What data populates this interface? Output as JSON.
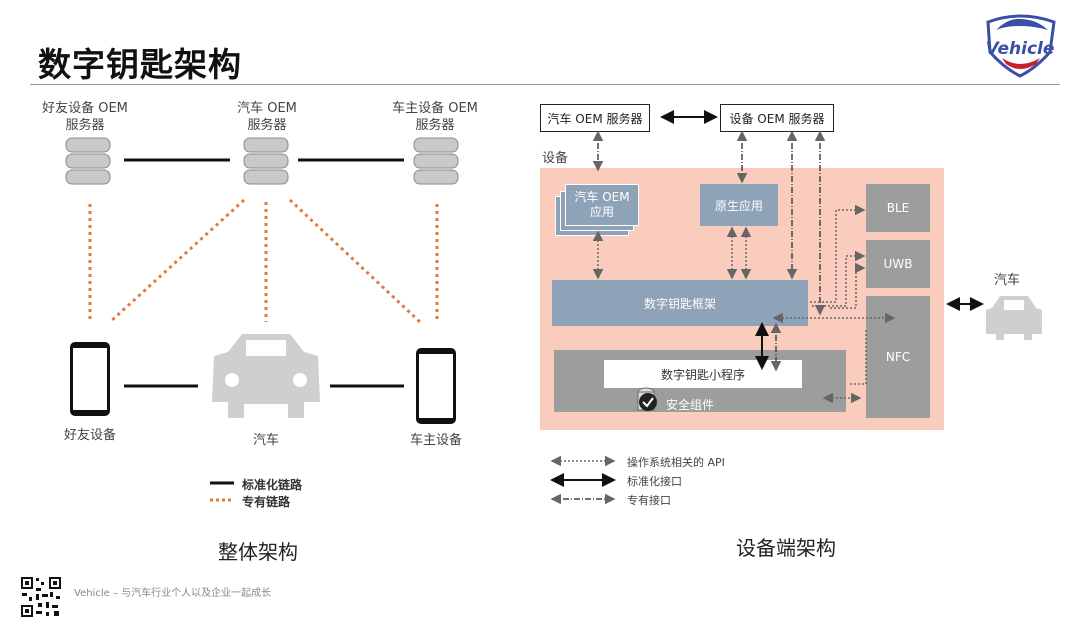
{
  "header": {
    "title": "数字钥匙架构",
    "logo_text": "Vehicle"
  },
  "left": {
    "friend_server": [
      "好友设备 OEM",
      "服务器"
    ],
    "car_server": [
      "汽车 OEM",
      "服务器"
    ],
    "owner_server": [
      "车主设备 OEM",
      "服务器"
    ],
    "friend_device": "好友设备",
    "car": "汽车",
    "owner_device": "车主设备",
    "legend_standard": "标准化链路",
    "legend_private": "专有链路",
    "caption": "整体架构"
  },
  "right": {
    "car_oem_server": "汽车 OEM 服务器",
    "device_oem_server": "设备 OEM 服务器",
    "device_label": "设备",
    "car_oem_app": [
      "汽车 OEM",
      "应用"
    ],
    "native_app": "原生应用",
    "ble": "BLE",
    "uwb": "UWB",
    "nfc": "NFC",
    "framework": "数字钥匙框架",
    "applet": "数字钥匙小程序",
    "secure_element": "安全组件",
    "car": "汽车",
    "legend_os_api": "操作系统相关的 API",
    "legend_standard_if": "标准化接口",
    "legend_private_if": "专有接口",
    "caption": "设备端架构"
  },
  "footer": {
    "text": "Vehicle – 与汽车行业个人以及企业一起成长"
  },
  "colors": {
    "orange": "#e07a3c",
    "device_bg": "#f9ccbd",
    "framework": "#8ea2b8",
    "grey": "#9d9d9d"
  }
}
